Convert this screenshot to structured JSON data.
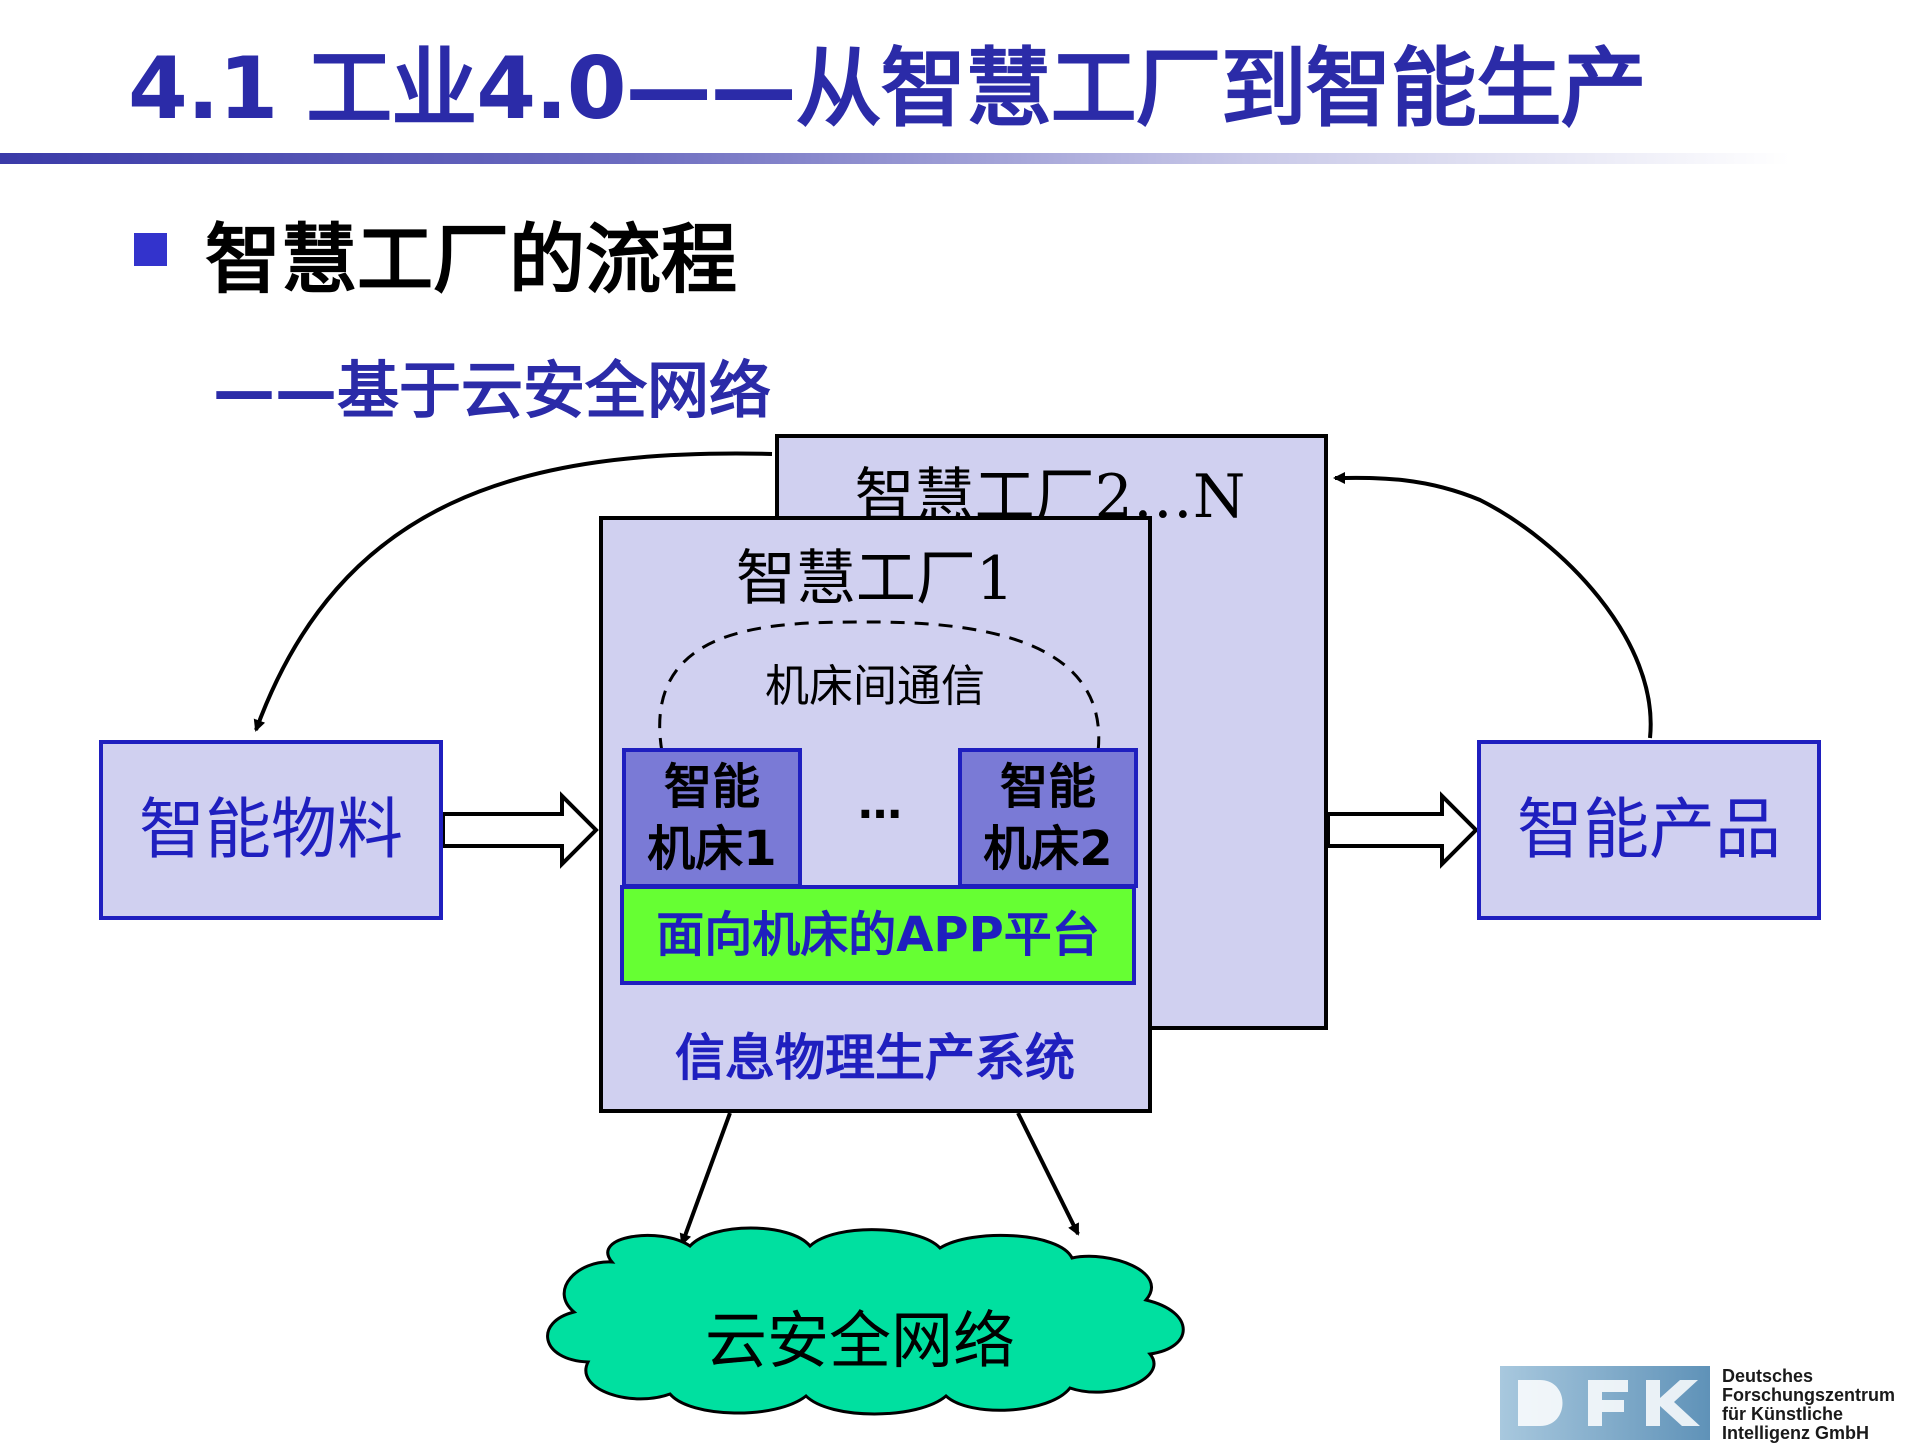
{
  "header": {
    "title": "4.1 工业4.0——从智慧工厂到智能生产",
    "bullet": "智慧工厂的流程",
    "subtitle": "——基于云安全网络"
  },
  "diagram": {
    "factory_back_label": "智慧工厂2…N",
    "factory_front_label": "智慧工厂1",
    "machine_communication": "机床间通信",
    "machine1": {
      "line1": "智能",
      "line2": "机床1"
    },
    "machine2": {
      "line1": "智能",
      "line2": "机床2"
    },
    "ellipsis": "…",
    "app_platform": "面向机床的APP平台",
    "cps": "信息物理生产系统",
    "input": "智能物料",
    "output": "智能产品",
    "cloud": "云安全网络"
  },
  "logo": {
    "line1": "Deutsches",
    "line2": "Forschungszentrum",
    "line3": "für Künstliche",
    "line4": "Intelligenz GmbH"
  },
  "colors": {
    "title": "#2b2ba8",
    "box_fill": "#d0d0f0",
    "box_border": "#1f1fbf",
    "machine_fill": "#7a7ad6",
    "platform_fill": "#66ff33",
    "cloud_fill": "#00e0a0"
  }
}
